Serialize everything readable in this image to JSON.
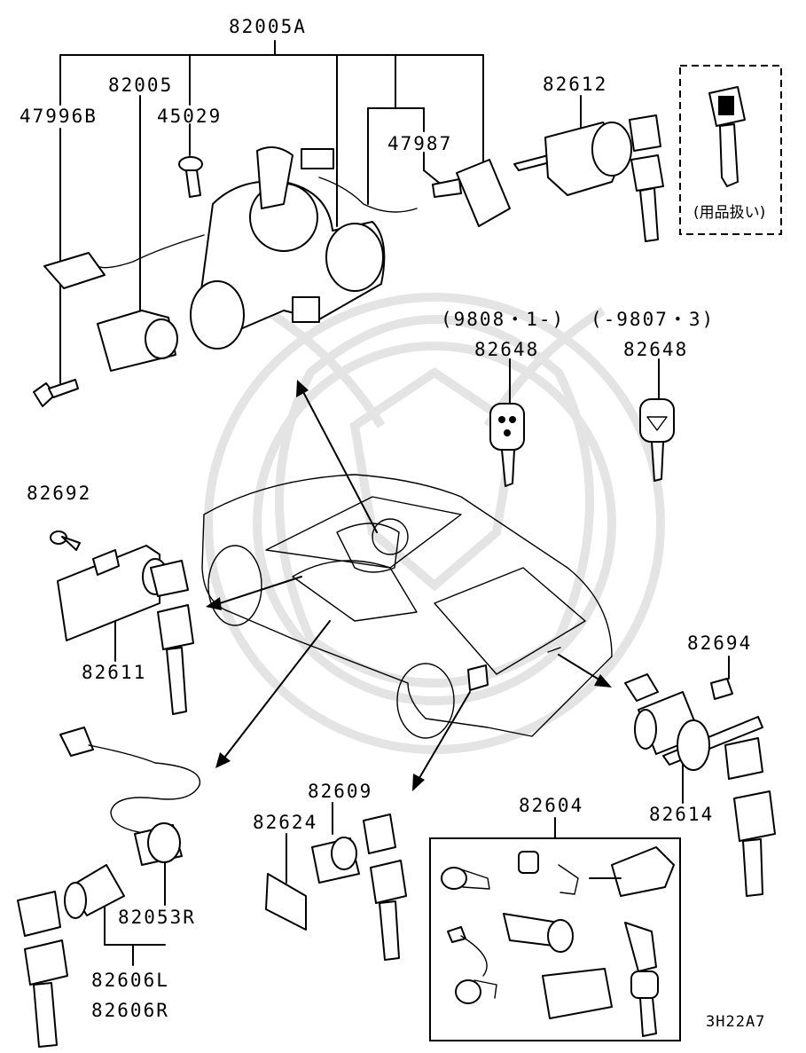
{
  "labels": {
    "p82005A": "82005A",
    "p82005": "82005",
    "p47996B": "47996B",
    "p45029": "45029",
    "p47987": "47987",
    "p82612": "82612",
    "accessory_note": "(用品扱い)",
    "date_range_new": "(9808・1-)",
    "date_range_old": "(-9807・3)",
    "p82648_a": "82648",
    "p82648_b": "82648",
    "p82692": "82692",
    "p82611": "82611",
    "p82694": "82694",
    "p82614": "82614",
    "p82609": "82609",
    "p82624": "82624",
    "p82604": "82604",
    "p82053R": "82053R",
    "p82606L": "82606L",
    "p82606R": "82606R",
    "figure_code": "3H22A7"
  }
}
